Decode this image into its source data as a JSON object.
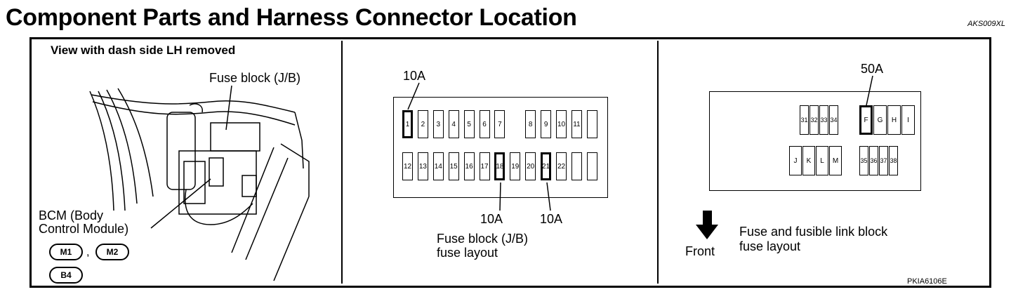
{
  "header": {
    "title": "Component Parts and Harness Connector Location",
    "doc_id": "AKS009XL"
  },
  "panel_left": {
    "view_label": "View with dash side LH removed",
    "fuse_block_label": "Fuse block (J/B)",
    "bcm_label_line1": "BCM (Body",
    "bcm_label_line2": "Control Module)",
    "connectors": [
      "M1",
      "M2",
      "B4"
    ],
    "connector_sep": ","
  },
  "panel_middle": {
    "amp_top": "10A",
    "amp_bottom_left": "10A",
    "amp_bottom_right": "10A",
    "caption_line1": "Fuse block (J/B)",
    "caption_line2": "fuse layout",
    "row1": [
      "1",
      "2",
      "3",
      "4",
      "5",
      "6",
      "7",
      "",
      "8",
      "9",
      "10",
      "11",
      ""
    ],
    "row2": [
      "12",
      "13",
      "14",
      "15",
      "16",
      "17",
      "18",
      "19",
      "20",
      "21",
      "22",
      "",
      ""
    ],
    "highlighted": [
      "1",
      "18",
      "21"
    ]
  },
  "panel_right": {
    "amp_label": "50A",
    "front_label": "Front",
    "caption_line1": "Fuse and fusible link block",
    "caption_line2": "fuse layout",
    "group_top_left": [
      "31",
      "32",
      "33",
      "34"
    ],
    "group_top_right": [
      "F",
      "G",
      "H",
      "I"
    ],
    "group_bottom_left": [
      "J",
      "K",
      "L",
      "M"
    ],
    "group_bottom_right": [
      "35",
      "36",
      "37",
      "38"
    ],
    "highlighted": [
      "F"
    ],
    "figure_id": "PKIA6106E"
  }
}
